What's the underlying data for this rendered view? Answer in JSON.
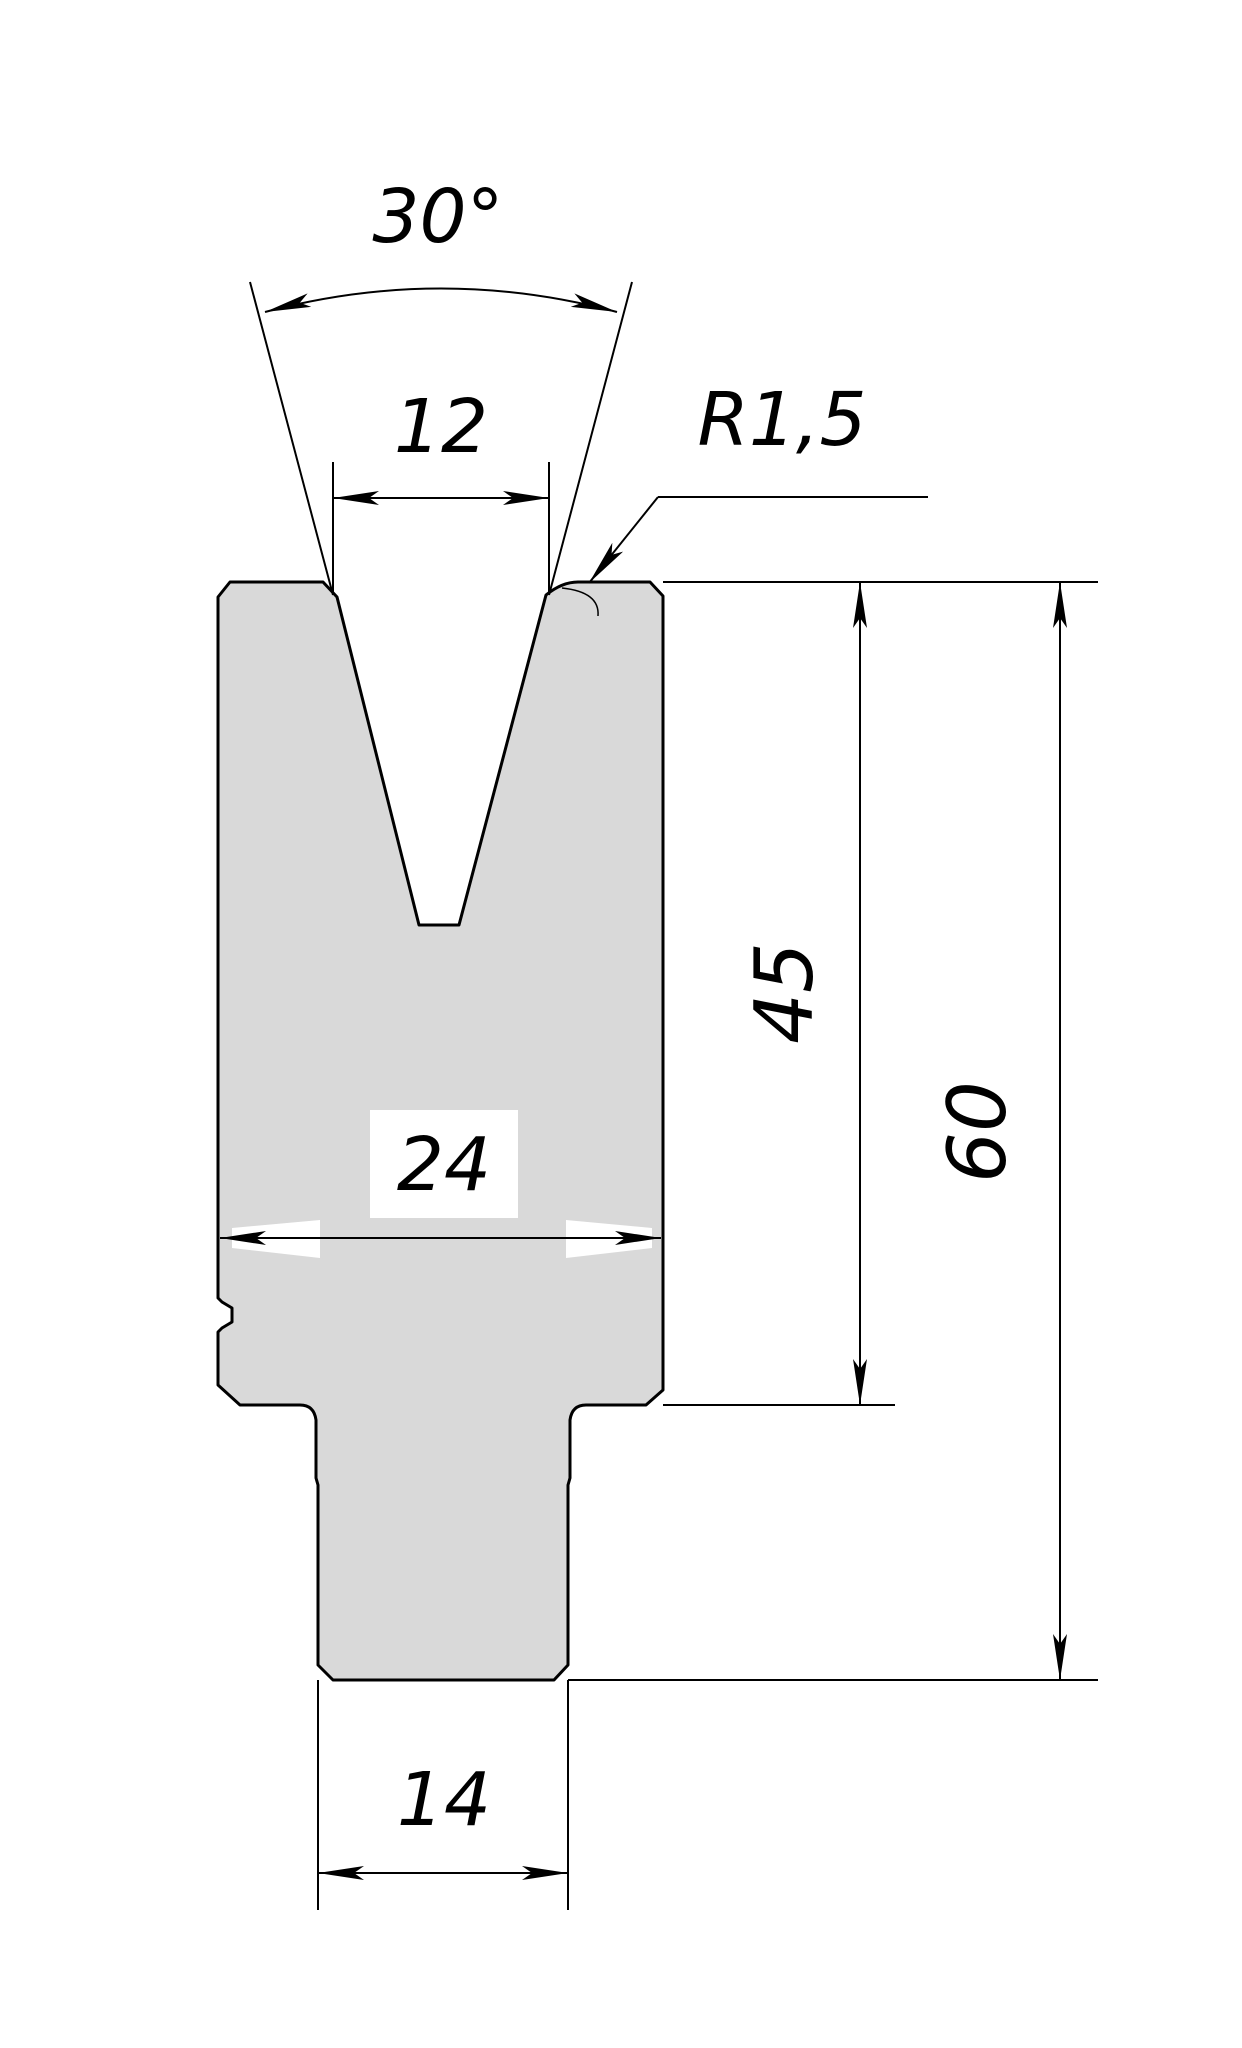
{
  "colors": {
    "body_fill": "#d9d9d9",
    "line": "#000000",
    "background": "#ffffff"
  },
  "dimensions": {
    "angle": "30°",
    "groove_width": "12",
    "radius": "R1,5",
    "groove_height": "45",
    "total_height": "60",
    "body_width": "24",
    "shank_width": "14"
  }
}
